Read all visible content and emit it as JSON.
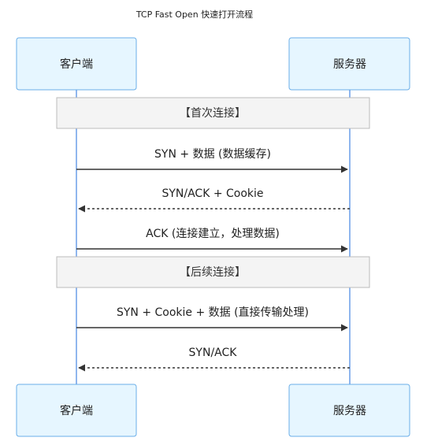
{
  "diagram": {
    "title": "TCP Fast Open 快速打开流程",
    "participants": [
      {
        "id": "client",
        "label": "客户端"
      },
      {
        "id": "server",
        "label": "服务器"
      }
    ],
    "sections": [
      {
        "label": "【首次连接】"
      },
      {
        "label": "【后续连接】"
      }
    ],
    "messages": [
      {
        "label": "SYN + 数据 (数据缓存)",
        "from": "client",
        "to": "server",
        "style": "solid"
      },
      {
        "label": "SYN/ACK + Cookie",
        "from": "server",
        "to": "client",
        "style": "dashed"
      },
      {
        "label": "ACK (连接建立，处理数据)",
        "from": "client",
        "to": "server",
        "style": "solid"
      },
      {
        "label": "SYN + Cookie + 数据 (直接传输处理)",
        "from": "client",
        "to": "server",
        "style": "solid"
      },
      {
        "label": "SYN/ACK",
        "from": "server",
        "to": "client",
        "style": "dashed"
      }
    ],
    "colors": {
      "actor_fill": "#E6F6FF",
      "actor_stroke": "#6AAEE8",
      "lifeline": "#6A9EE8",
      "note_fill": "#F4F4F4",
      "note_stroke": "#BBBBBB",
      "arrow": "#333333"
    }
  }
}
